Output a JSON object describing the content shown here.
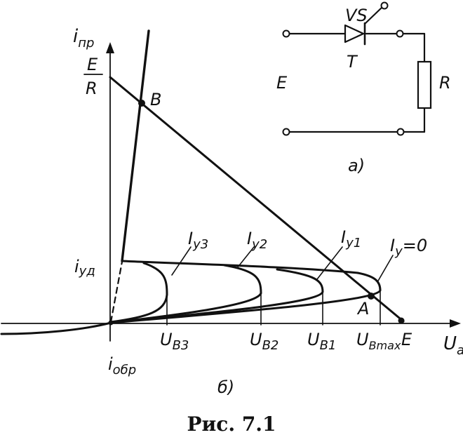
{
  "circuit": {
    "device": "VS",
    "gate": "T",
    "source": "E",
    "load": "R",
    "part_label": "а)"
  },
  "graph": {
    "y_axis": "i",
    "y_axis_sub": "пр",
    "x_axis": "U",
    "x_axis_sub": "a",
    "ratio_num": "E",
    "ratio_den": "R",
    "point_b": "B",
    "point_a": "A",
    "hold_current": "i",
    "hold_current_sub": "уд",
    "reverse_current": "i",
    "reverse_current_sub": "обр",
    "x_e": "E",
    "part_label": "б)",
    "curves": [
      {
        "name": "I",
        "sub": "у3",
        "suffix": ""
      },
      {
        "name": "I",
        "sub": "у2",
        "suffix": ""
      },
      {
        "name": "I",
        "sub": "у1",
        "suffix": ""
      },
      {
        "name": "I",
        "sub": "у",
        "suffix": "=0"
      }
    ],
    "breakover": [
      {
        "name": "U",
        "sub": "B3"
      },
      {
        "name": "U",
        "sub": "B2"
      },
      {
        "name": "U",
        "sub": "B1"
      },
      {
        "name": "U",
        "sub": "Bmax"
      }
    ]
  },
  "caption": "Рис. 7.1"
}
